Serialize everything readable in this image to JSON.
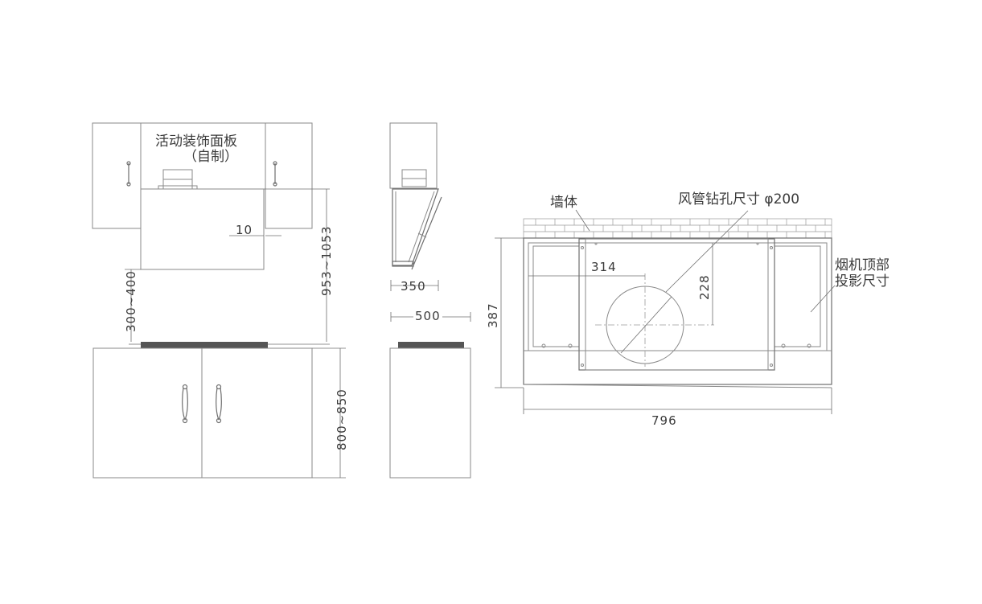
{
  "labels": {
    "panel_line1": "活动装饰面板",
    "panel_line2": "（自制）",
    "wall": "墙体",
    "duct_hole": "风管钻孔尺寸 φ200",
    "projection_line1": "烟机顶部",
    "projection_line2": "投影尺寸"
  },
  "dimensions": {
    "gap_10": "10",
    "hood_height_range": "953~1053",
    "hob_to_hood": "300~400",
    "counter_height": "800~850",
    "side_depth_350": "350",
    "side_depth_500": "500",
    "top_width": "796",
    "top_depth": "387",
    "hole_offset_x": "314",
    "hole_offset_y": "228"
  },
  "colors": {
    "line": "#8a8a8a",
    "dimension": "#6f6f6f",
    "text": "#3a3a3a",
    "hob": "#555555"
  }
}
